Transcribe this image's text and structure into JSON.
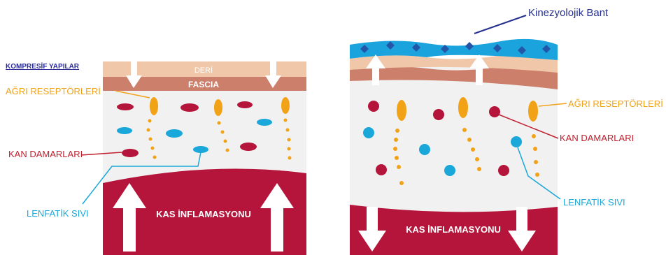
{
  "left_panel": {
    "heading": "KOMPRESİF YAPILAR",
    "skin_layer": "DERİ",
    "fascia_layer": "FASCIA",
    "muscle_label": "KAS İNFLAMASYONU",
    "labels": {
      "pain_receptors": "AĞRI RESEPTÖRLERİ",
      "blood_vessels": "KAN DAMARLARI",
      "lymph_fluid": "LENFATİK SIVI"
    }
  },
  "right_panel": {
    "tape_label": "Kinezyolojik Bant",
    "muscle_label": "KAS İNFLAMASYONU",
    "labels": {
      "pain_receptors": "AĞRI RESEPTÖRLERİ",
      "blood_vessels": "KAN DAMARLARI",
      "lymph_fluid": "LENFATİK SIVI"
    }
  },
  "colors": {
    "muscle": "#b5153a",
    "skin": "#f0c7a8",
    "fascia": "#cc7f6b",
    "tape": "#1aa3dc",
    "receptor": "#f2a216",
    "vessel": "#b5153a",
    "lymph": "#1aa7d9",
    "tissue": "#f1f1f1"
  }
}
